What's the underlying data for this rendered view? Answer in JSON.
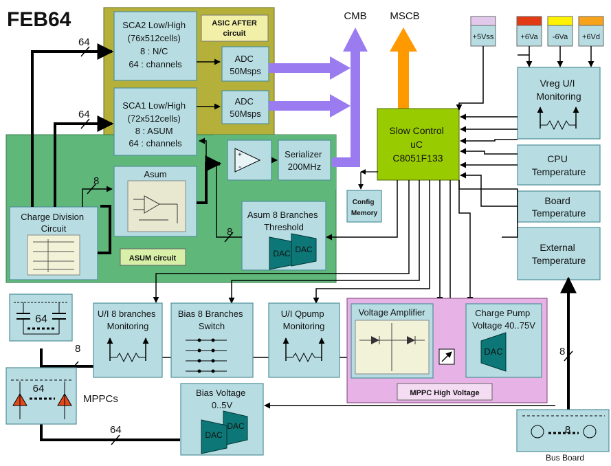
{
  "title": "FEB64",
  "top_outputs": {
    "cmb": "CMB",
    "mscb": "MSCB"
  },
  "asic": {
    "label": "ASIC AFTER circuit",
    "sca2": [
      "SCA2 Low/High",
      "(76x512cells)",
      "8 : N/C",
      "64 : channels"
    ],
    "sca1": [
      "SCA1 Low/High",
      "(72x512cells)",
      "8 : ASUM",
      "64 : channels"
    ],
    "adc_label": [
      "ADC",
      "50Msps"
    ]
  },
  "asum_circuit": {
    "label": "ASUM circuit",
    "asum": "Asum",
    "serializer": [
      "Serializer",
      "200MHz"
    ],
    "threshold": [
      "Asum 8 Branches",
      "Threshold"
    ],
    "charge_division": [
      "Charge Division",
      "Circuit"
    ]
  },
  "slow_control": [
    "Slow Control",
    "uC",
    "C8051F133"
  ],
  "config_memory": [
    "Config",
    "Memory"
  ],
  "power": [
    "+5Vss",
    "+6Va",
    "-6Va",
    "+6Vd"
  ],
  "power_colors": [
    "#e2c9ec",
    "#e23a12",
    "#fff200",
    "#f7a21b"
  ],
  "monitors": {
    "vreg": [
      "Vreg U/I",
      "Monitoring"
    ],
    "cpu": [
      "CPU",
      "Temperature"
    ],
    "board": [
      "Board",
      "Temperature"
    ],
    "external": [
      "External",
      "Temperature"
    ]
  },
  "lower": {
    "ui8": [
      "U/I 8 branches",
      "Monitoring"
    ],
    "bias8": [
      "Bias 8 Branches",
      "Switch"
    ],
    "qpump": [
      "U/I  Qpump",
      "Monitoring"
    ],
    "voltage_amp": "Voltage Amplifier",
    "charge_pump": [
      "Charge Pump",
      "Voltage 40..75V"
    ],
    "mppc_hv": "MPPC High Voltage",
    "bias_voltage": [
      "Bias Voltage",
      "0..5V"
    ]
  },
  "dac": "DAC",
  "mppcs": "MPPCs",
  "bus_board": "Bus Board",
  "counts": {
    "n64": "64",
    "n8": "8"
  },
  "colors": {
    "asic_bg": "#b4b03a",
    "asum_bg": "#5fb87a",
    "box": "#b7dde3",
    "slow_control": "#99cc00",
    "hv_bg": "#e7b3e6",
    "cmb_arrow": "#9a7cf0",
    "mscb_arrow": "#ff9900"
  }
}
